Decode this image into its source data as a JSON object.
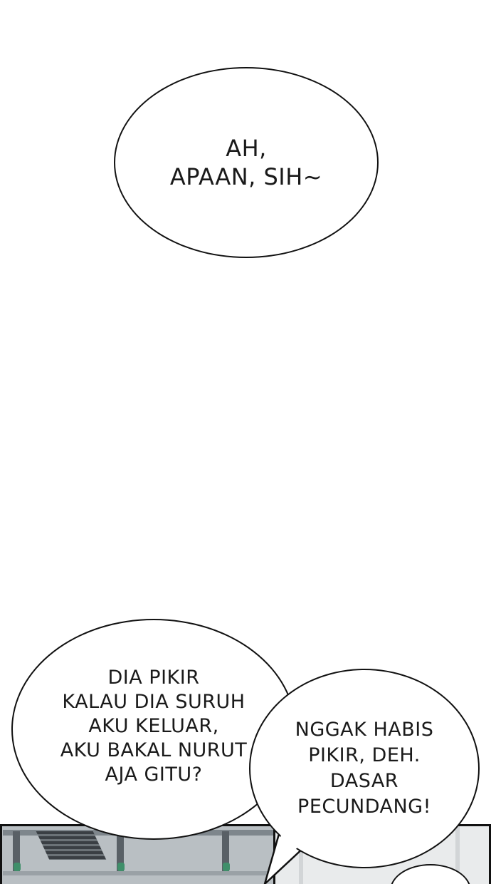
{
  "bubbles": {
    "top": {
      "text": "AH,\nAPAAN, SIH~"
    },
    "left": {
      "text": "DIA PIKIR\nKALAU DIA SURUH\nAKU KELUAR,\nAKU BAKAL NURUT\nAJA GITU?"
    },
    "right": {
      "text": "NGGAK HABIS\nPIKIR, DEH.\nDASAR\nPECUNDANG!"
    }
  },
  "colors": {
    "background": "#ffffff",
    "outline": "#111111",
    "text": "#1a1a1a"
  }
}
